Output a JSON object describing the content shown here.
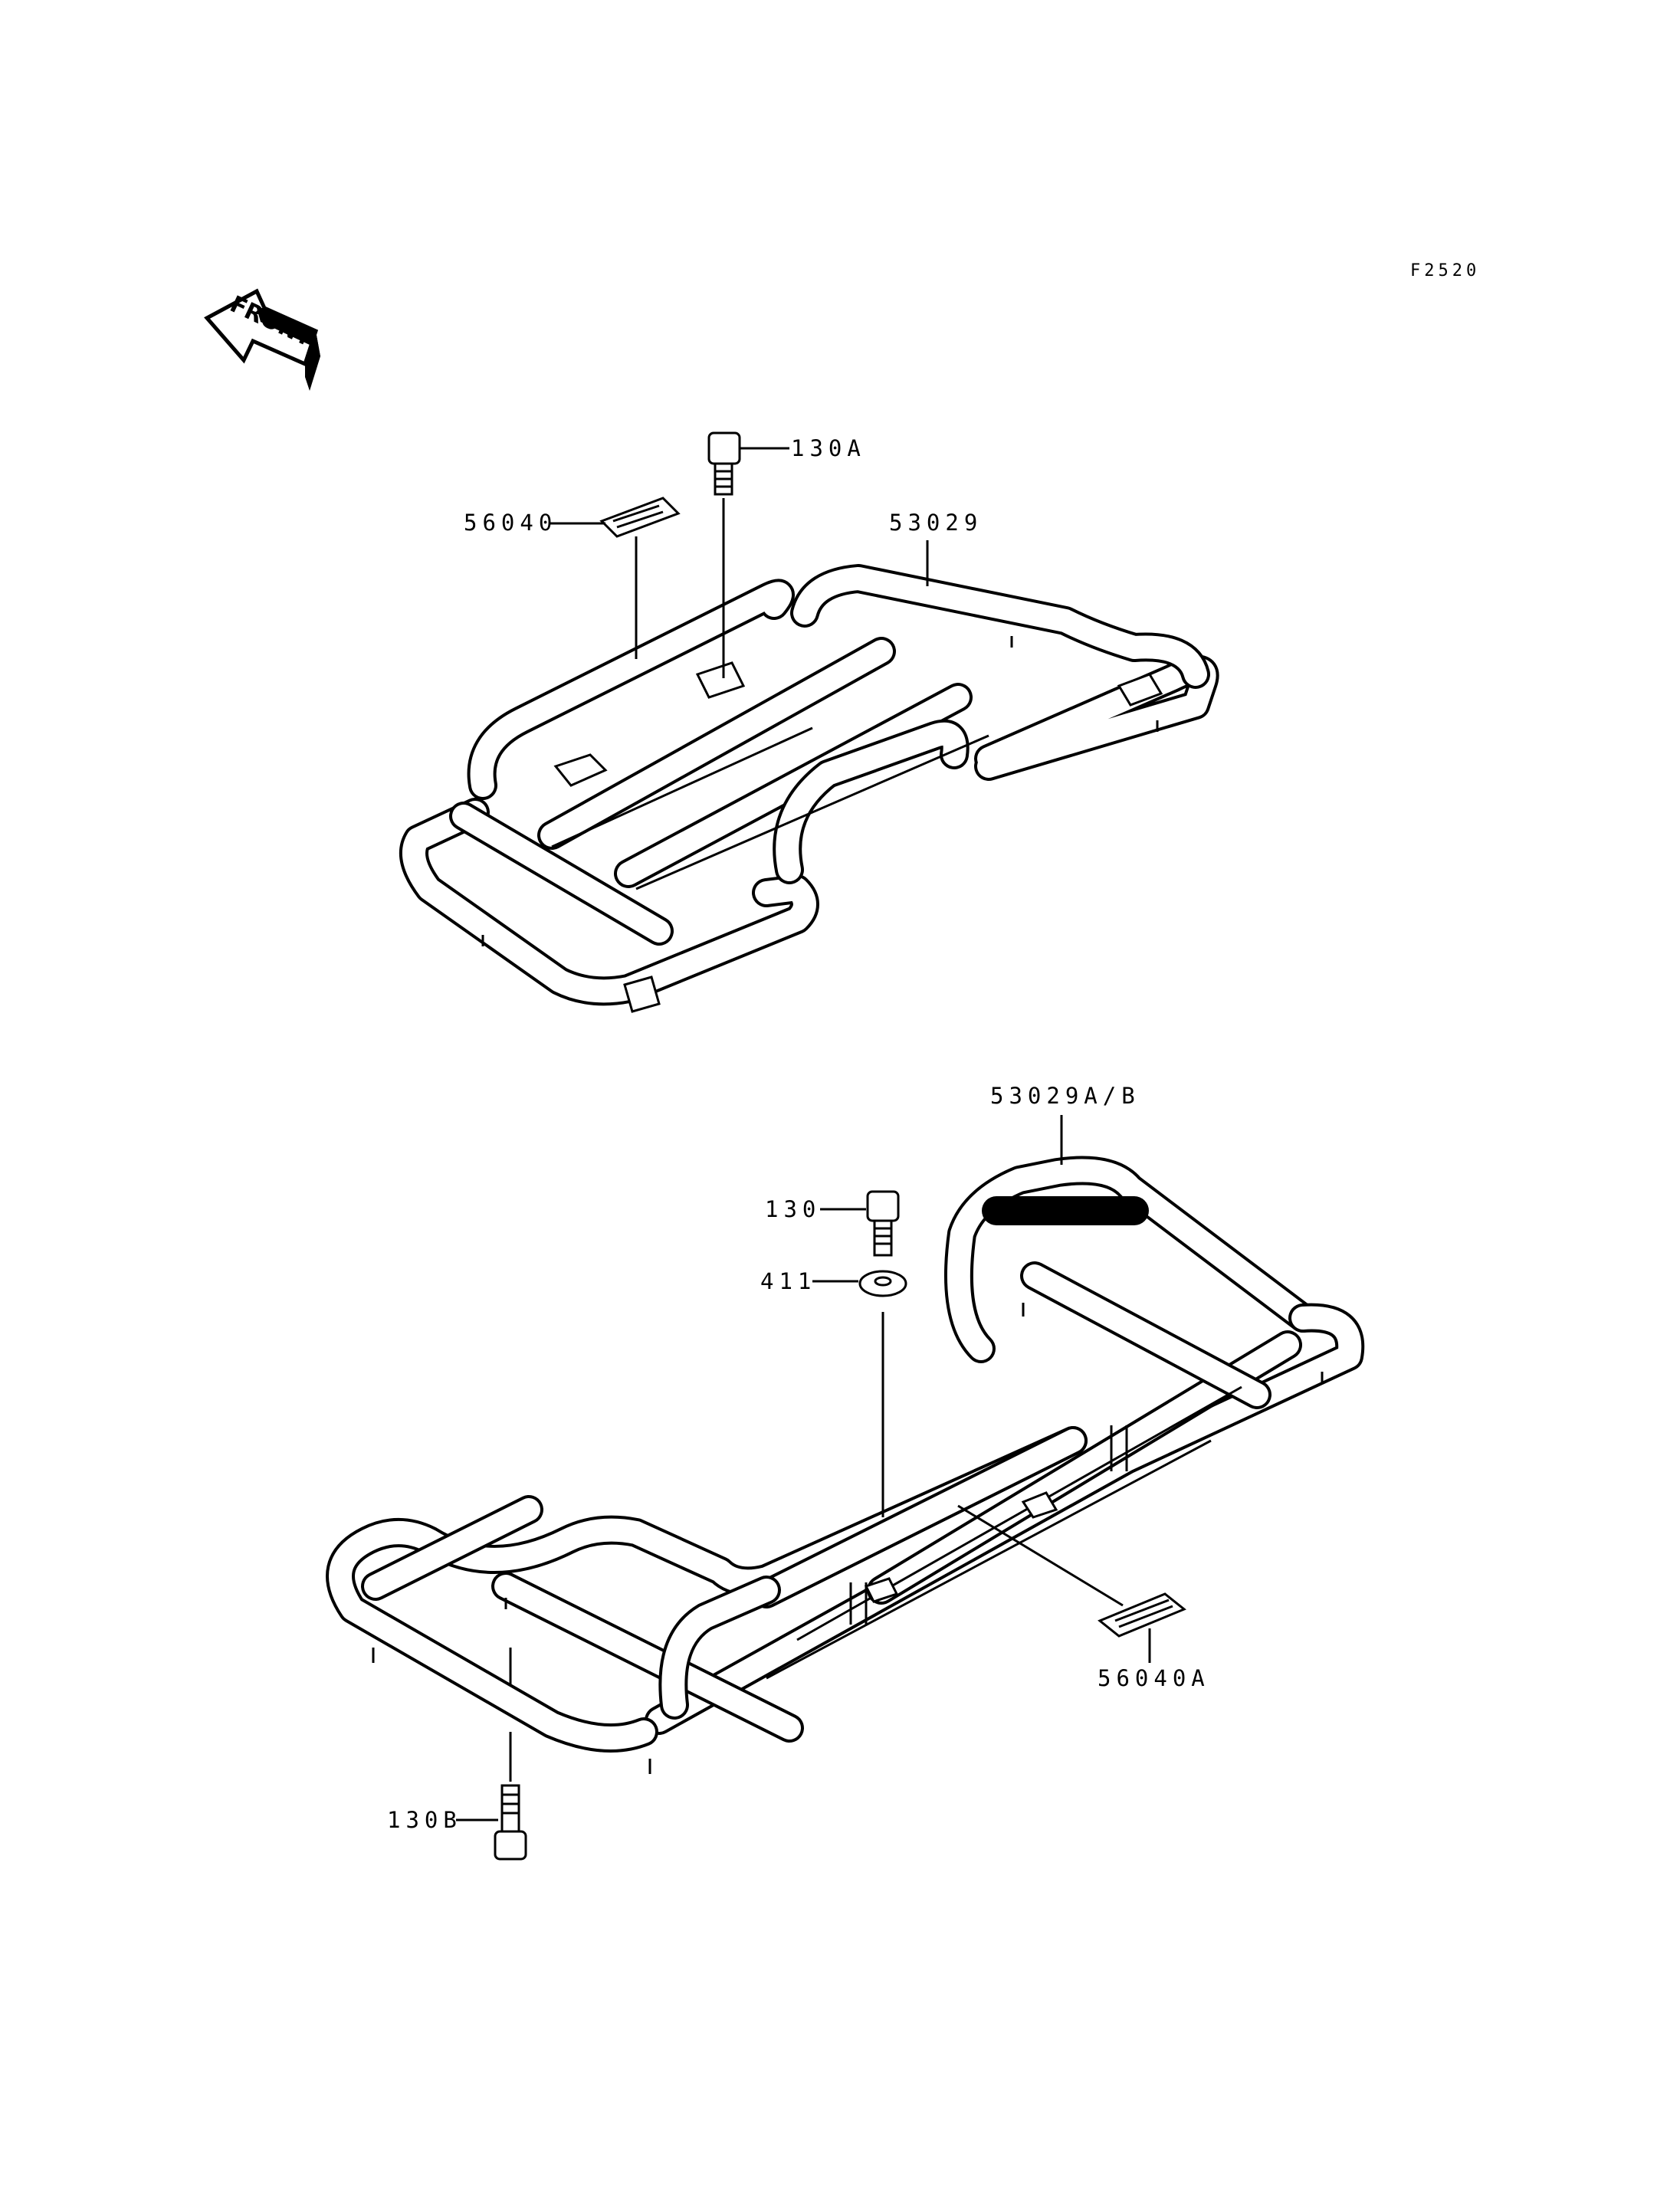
{
  "figure_code": "F2520",
  "front_arrow": {
    "label": "FRONT"
  },
  "callouts": {
    "top_bolt": "130A",
    "top_label": "56040",
    "top_carrier": "53029",
    "bottom_carrier": "53029A/B",
    "bottom_bolt": "130",
    "washer": "411",
    "bottom_label": "56040A",
    "lower_bolt": "130B"
  }
}
